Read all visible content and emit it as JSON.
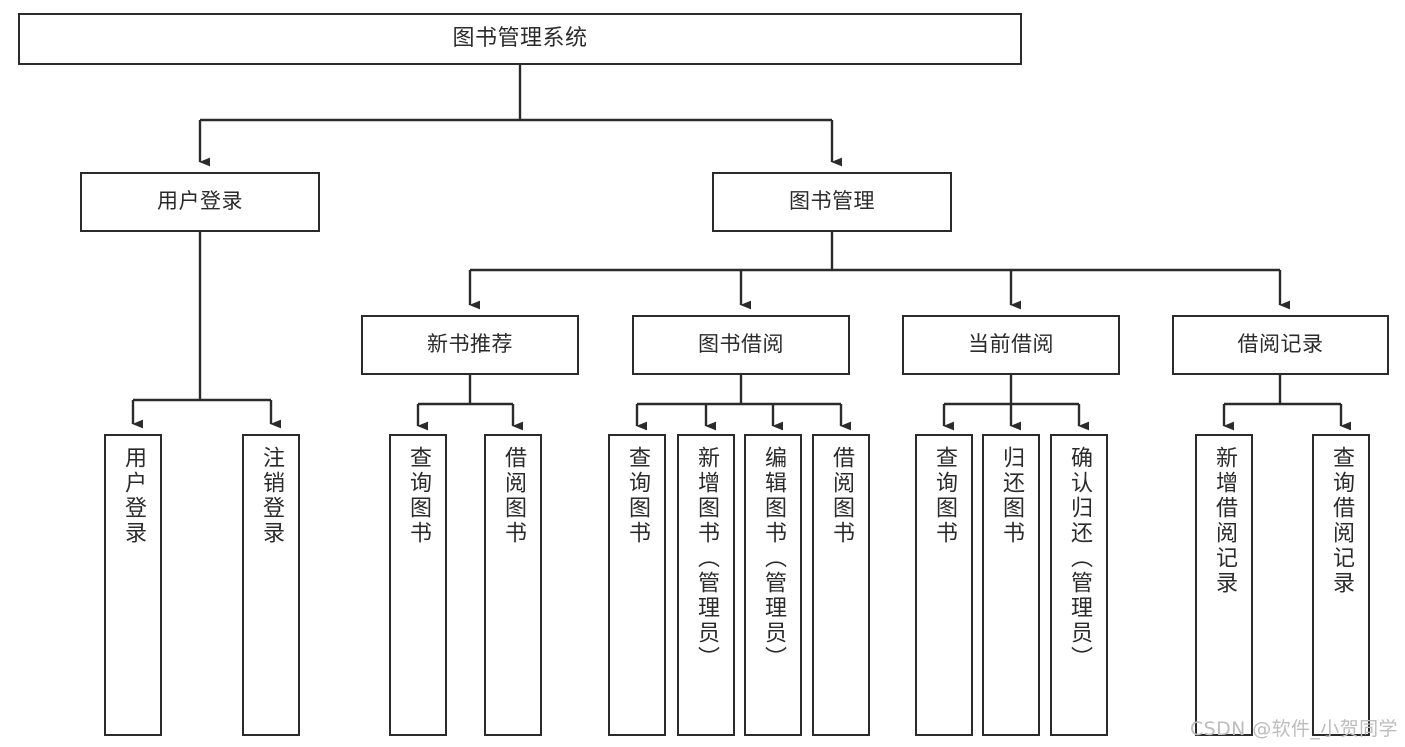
{
  "diagram": {
    "type": "tree-hierarchy",
    "title": "图书管理系统",
    "root": {
      "label": "图书管理系统"
    },
    "level1": [
      {
        "id": "user-login",
        "label": "用户登录"
      },
      {
        "id": "book-management",
        "label": "图书管理"
      }
    ],
    "level2": [
      {
        "id": "new-book-recommend",
        "label": "新书推荐",
        "parent": "book-management"
      },
      {
        "id": "book-borrow",
        "label": "图书借阅",
        "parent": "book-management"
      },
      {
        "id": "current-borrow",
        "label": "当前借阅",
        "parent": "book-management"
      },
      {
        "id": "borrow-record",
        "label": "借阅记录",
        "parent": "book-management"
      }
    ],
    "leaves": [
      {
        "id": "leaf-user-login",
        "label": "用户登录",
        "parent": "user-login"
      },
      {
        "id": "leaf-logout-login",
        "label": "注销登录",
        "parent": "user-login"
      },
      {
        "id": "leaf-query-book-1",
        "label": "查询图书",
        "parent": "new-book-recommend"
      },
      {
        "id": "leaf-borrow-book-1",
        "label": "借阅图书",
        "parent": "new-book-recommend"
      },
      {
        "id": "leaf-query-book-2",
        "label": "查询图书",
        "parent": "book-borrow"
      },
      {
        "id": "leaf-add-book",
        "label": "新增图书（管理员）",
        "parent": "book-borrow"
      },
      {
        "id": "leaf-edit-book",
        "label": "编辑图书（管理员）",
        "parent": "book-borrow"
      },
      {
        "id": "leaf-borrow-book-2",
        "label": "借阅图书",
        "parent": "book-borrow"
      },
      {
        "id": "leaf-query-book-3",
        "label": "查询图书",
        "parent": "current-borrow"
      },
      {
        "id": "leaf-return-book",
        "label": "归还图书",
        "parent": "current-borrow"
      },
      {
        "id": "leaf-confirm-return",
        "label": "确认归还（管理员）",
        "parent": "current-borrow"
      },
      {
        "id": "leaf-add-record",
        "label": "新增借阅记录",
        "parent": "borrow-record"
      },
      {
        "id": "leaf-query-record",
        "label": "查询借阅记录",
        "parent": "borrow-record"
      }
    ],
    "colors": {
      "stroke": "#2b2b2b",
      "fill": "#ffffff",
      "text": "#2b2b2b",
      "watermark": "#bdbdbd"
    }
  },
  "watermark": {
    "text": "CSDN @软件_小贺同学"
  }
}
